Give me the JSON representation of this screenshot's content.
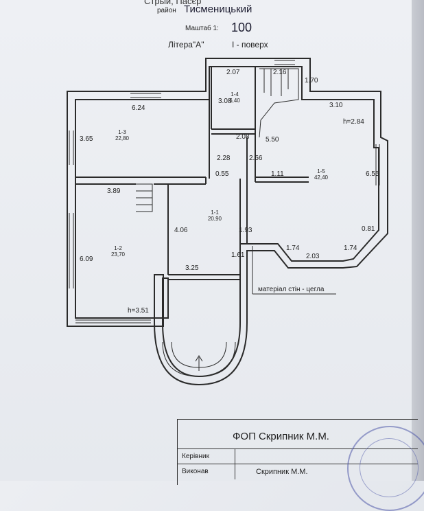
{
  "header": {
    "cut_text": "Стрый, Пасєр",
    "district_label": "район",
    "district_value": "Тисменицький",
    "scale_label": "Маштаб 1:",
    "scale_value": "100",
    "litera_label": "Літера\"А\"",
    "floor_label": "І - поверх"
  },
  "rooms": [
    {
      "id": "1-1",
      "area": "20,90"
    },
    {
      "id": "1-2",
      "area": "23,70"
    },
    {
      "id": "1-3",
      "area": "22,80"
    },
    {
      "id": "1-4",
      "area": "6,40"
    },
    {
      "id": "1-5",
      "area": "42,40"
    }
  ],
  "dimensions": [
    "2.07",
    "2.16",
    "1.70",
    "3.08",
    "6.24",
    "3.10",
    "h=2.84",
    "3.65",
    "2.08",
    "2.28",
    "2.56",
    "5.50",
    "6.55",
    "0.55",
    "1.11",
    "3.89",
    "4.06",
    "1.93",
    "0.81",
    "1.74",
    "1.74",
    "2.03",
    "6.09",
    "1.61",
    "3.25",
    "h=3.51"
  ],
  "note": "матеріал стін - цегла",
  "stamp": {
    "company": "ФОП Скрипник М.М.",
    "rows": [
      {
        "label": "Керівник",
        "value": ""
      },
      {
        "label": "Виконав",
        "value": "Скрипник М.М."
      }
    ]
  },
  "colors": {
    "ink": "#2a2a2a",
    "seal": "#5a64aa"
  }
}
